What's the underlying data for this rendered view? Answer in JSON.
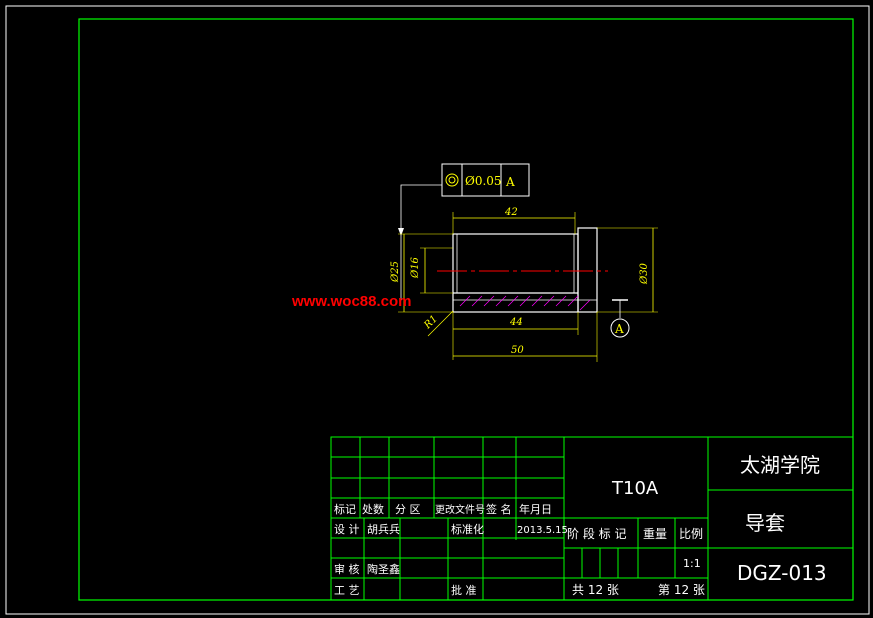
{
  "drawing": {
    "tolerance": {
      "symbol": "◎",
      "value": "Ø0.05",
      "datum": "A"
    },
    "dimensions": {
      "d42": "42",
      "d44": "44",
      "d50": "50",
      "phi25": "Ø25",
      "phi16": "Ø16",
      "phi30": "Ø30",
      "r1": "R1"
    },
    "datum_marker": "A",
    "watermark": "www.woc88.com"
  },
  "title_block": {
    "material": "T10A",
    "school": "太湖学院",
    "part_name": "导套",
    "drawing_no": "DGZ-013",
    "headers": [
      "标记",
      "处数",
      "分 区",
      "更改文件号",
      "签 名",
      "年月日"
    ],
    "design_label": "设 计",
    "designer": "胡兵兵",
    "standard_label": "标准化",
    "date": "2013.5.15",
    "stage_mark_label": "阶 段 标 记",
    "weight_label": "重量",
    "scale_label": "比例",
    "scale_value": "1:1",
    "review_label": "审 核",
    "reviewer": "陶圣鑫",
    "process_label": "工 艺",
    "approve_label": "批 准",
    "total_sheets": "共 12 张",
    "sheet_no": "第 12 张"
  }
}
